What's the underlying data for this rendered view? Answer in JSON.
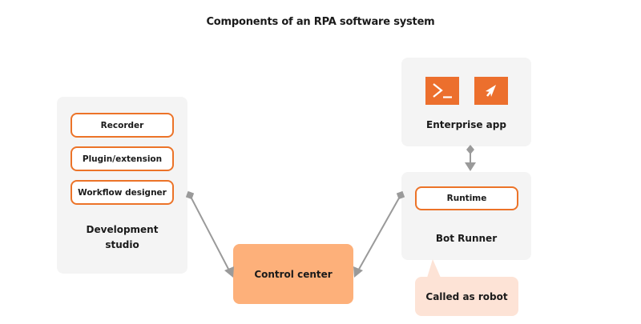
{
  "title": "Components of an RPA software system",
  "development_studio": {
    "label_line1": "Development",
    "label_line2": "studio",
    "components": [
      "Recorder",
      "Plugin/extension",
      "Workflow designer"
    ]
  },
  "control_center": {
    "label": "Control center"
  },
  "enterprise_app": {
    "label": "Enterprise app",
    "icons": [
      "terminal-icon",
      "cursor-arrow-icon"
    ]
  },
  "bot_runner": {
    "label": "Bot Runner",
    "components": [
      "Runtime"
    ],
    "callout": "Called as robot"
  },
  "connectors": [
    {
      "from": "development_studio",
      "to": "control_center",
      "style": "diamond-to-arrow"
    },
    {
      "from": "bot_runner",
      "to": "control_center",
      "style": "diamond-to-arrow"
    },
    {
      "from": "enterprise_app",
      "to": "bot_runner",
      "style": "diamond-to-arrow"
    }
  ],
  "colors": {
    "accent": "#ec7328",
    "control_center_fill": "#fdb07a",
    "callout_fill": "#fde3d6",
    "panel_fill": "#f4f4f4",
    "connector": "#9a9a9a"
  }
}
